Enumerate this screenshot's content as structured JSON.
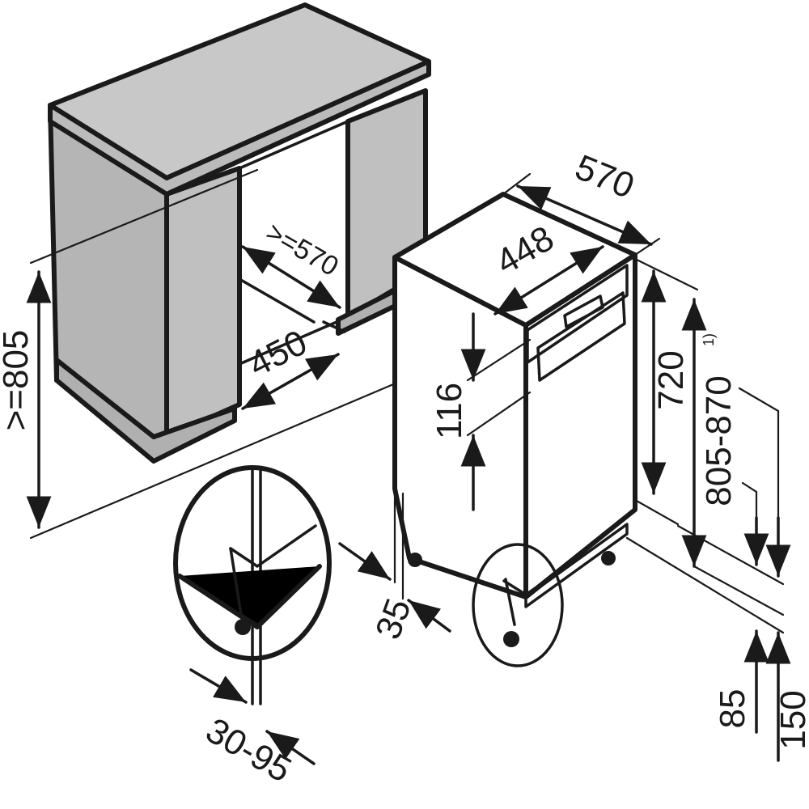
{
  "colors": {
    "ink": "#1a1a1a",
    "cabinet_fill": "#b5b5b5",
    "counter_fill": "#c8c8c8",
    "niche_fill": "#ffffff"
  },
  "labels": {
    "niche_height": ">=805",
    "niche_width": "450",
    "niche_depth": ">=570",
    "depth": "570",
    "width": "448",
    "panel_height": "116",
    "body_height": "720",
    "total_height": "805-870",
    "footnote_mark": "1)",
    "toe_kick": "35",
    "plinth_adjust": "30-95",
    "plinth_min": "85",
    "plinth_max": "150"
  }
}
